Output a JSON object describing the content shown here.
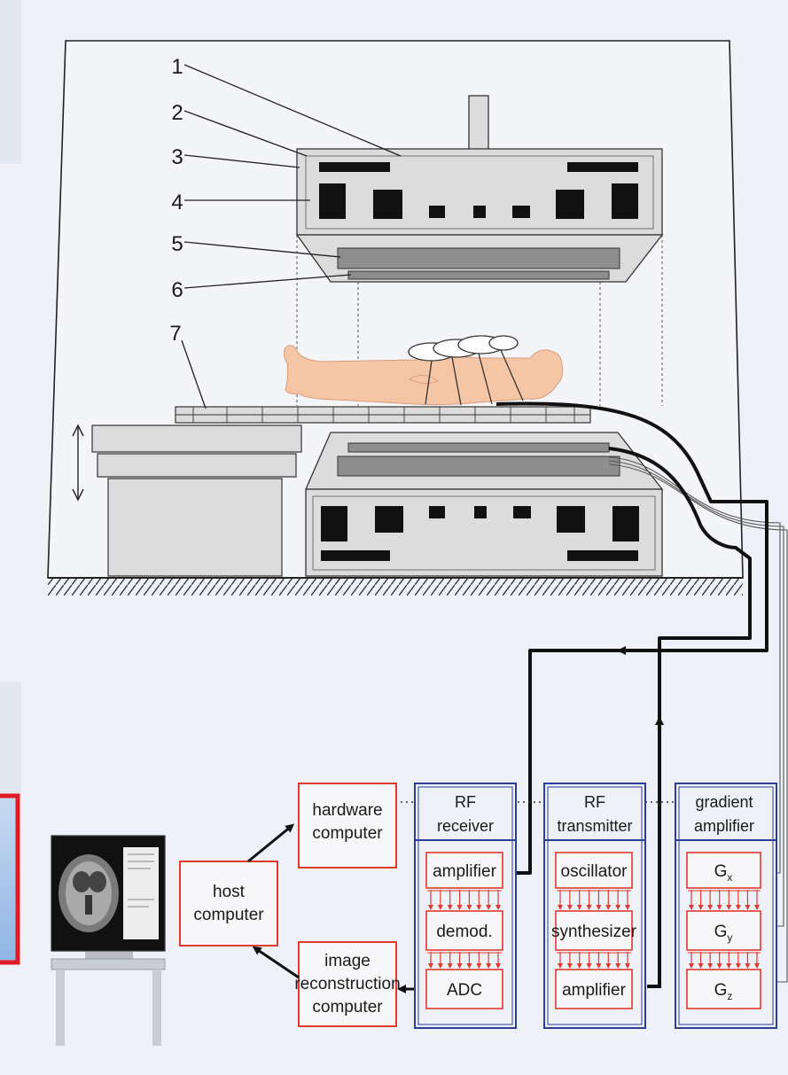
{
  "callouts": [
    "1",
    "2",
    "3",
    "4",
    "5",
    "6",
    "7"
  ],
  "left_panel": {
    "host_computer": [
      "host",
      "computer"
    ],
    "hardware_computer": [
      "hardware",
      "computer"
    ],
    "image_reconstruction_computer": [
      "image",
      "reconstruction",
      "computer"
    ]
  },
  "rf_receiver": {
    "title": [
      "RF",
      "receiver"
    ],
    "stages": [
      "amplifier",
      "demod.",
      "ADC"
    ]
  },
  "rf_transmitter": {
    "title": [
      "RF",
      "transmitter"
    ],
    "stages": [
      "oscillator",
      "synthesizer",
      "amplifier"
    ]
  },
  "gradient_amplifier": {
    "title": [
      "gradient",
      "amplifier"
    ],
    "stages": [
      {
        "base": "G",
        "sub": "x"
      },
      {
        "base": "G",
        "sub": "y"
      },
      {
        "base": "G",
        "sub": "z"
      }
    ]
  },
  "colors": {
    "red_box": "#e03a2e",
    "blue_box": "#2a3d9a",
    "cable": "#111111",
    "magnet_fill": "#dcdcdc",
    "skin": "#f5c6a6",
    "highlight": "#e01b24"
  }
}
